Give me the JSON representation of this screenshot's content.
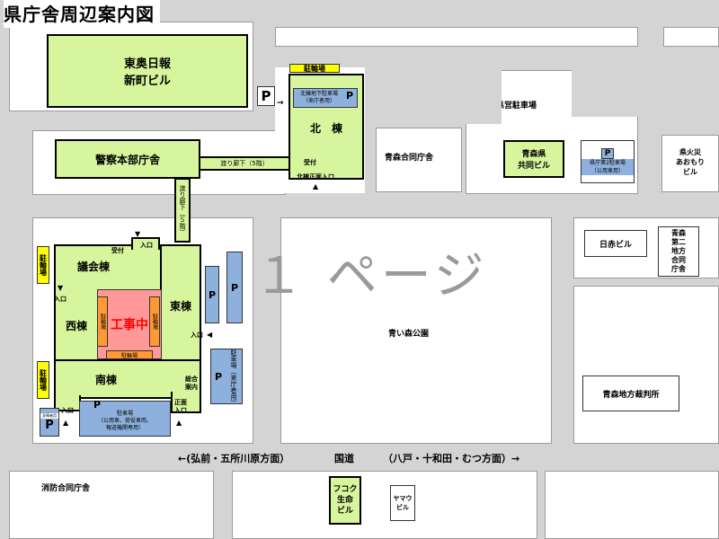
{
  "title": "県庁舎周辺案内図",
  "page_watermark": "１ ページ",
  "colors": {
    "building": "#d7f59c",
    "parking": "#8db0dc",
    "bicycle": "#ffff00",
    "construction": "#ff9999",
    "road": "#d4d4d4"
  },
  "icons": {
    "parking": "P",
    "arrow_right": "→",
    "arrow_up": "▲",
    "arrow_down": "▼",
    "arrow_left": "◀"
  },
  "labels": {
    "toou_nippo_line1": "東奥日報",
    "toou_nippo_line2": "新町ビル",
    "bicycle_north": "駐輪場",
    "north_ug_parking_line1": "北棟地下駐車場",
    "north_ug_parking_line2": "（来庁者用）",
    "north_building": "北　棟",
    "reception": "受付",
    "north_main_entrance": "北棟正面入口",
    "police_hq": "警察本部庁舎",
    "corridor_5f": "渡り廊下（5階）",
    "corridor_vertical": "渡り廊下（５階）",
    "aomori_joint_office": "青森合同庁舎",
    "pref_parking": "県営駐車場",
    "aomori_kyodo_line1": "青森県",
    "aomori_kyodo_line2": "共同ビル",
    "pref_parking2": "県庁第2駐車場",
    "official_use": "（公用車用）",
    "fire_line1": "県火災",
    "fire_line2": "あおもり",
    "fire_line3": "ビル",
    "entrance": "入口",
    "gikai": "議会棟",
    "west": "西棟",
    "east": "東棟",
    "south": "南棟",
    "construction": "工事中",
    "bicycle": "駐輪場",
    "visitor_parking_side": "駐車場（来庁者用）",
    "general_info_line1": "総合",
    "general_info_line2": "案内",
    "front_entrance_line1": "正面",
    "front_entrance_line2": "入口",
    "south_parking_line1": "駐車場",
    "south_parking_line2": "（公用車、荷役車両、",
    "south_parking_line3": "報道機関専用）",
    "small_parking_tag": "身障者用",
    "aoimori_park": "青い森公園",
    "red_cross": "日赤ビル",
    "second_joint_line1": "青森",
    "second_joint_line2": "第二",
    "second_joint_line3": "地方",
    "second_joint_line4": "合同",
    "second_joint_line5": "庁舎",
    "court": "青森地方裁判所",
    "route_left": "←(弘前・五所川原方面）",
    "national_road": "国道",
    "route_right": "（八戸・十和田・むつ方面）→",
    "fire_dept": "消防合同庁舎",
    "fukoku_line1": "フコク",
    "fukoku_line2": "生命",
    "fukoku_line3": "ビル",
    "yamau_line1": "ヤマウ",
    "yamau_line2": "ビル"
  }
}
